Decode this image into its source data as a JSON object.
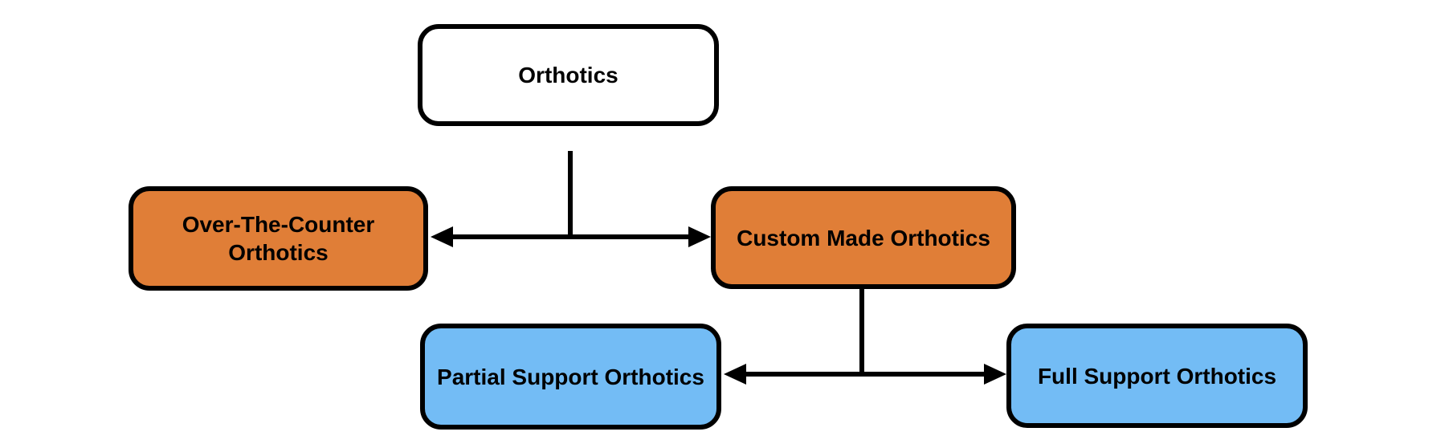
{
  "diagram": {
    "title": "Orthotics classification flowchart",
    "background": "#FFFFFF",
    "colors": {
      "node_border": "#000000",
      "connector": "#000000",
      "text": "#000000",
      "root_fill": "#FFFFFF",
      "orange_fill": "#E07E37",
      "blue_fill": "#73BCF5"
    },
    "nodes": {
      "orthotics": {
        "label": "Orthotics",
        "fill": "#FFFFFF"
      },
      "otc": {
        "label": "Over-The-Counter Orthotics",
        "fill": "#E07E37"
      },
      "custom": {
        "label": "Custom Made Orthotics",
        "fill": "#E07E37"
      },
      "partial": {
        "label": "Partial Support Orthotics",
        "fill": "#73BCF5"
      },
      "full": {
        "label": "Full Support Orthotics",
        "fill": "#73BCF5"
      }
    },
    "edges": [
      {
        "from": "Orthotics",
        "to": "Over-The-Counter Orthotics",
        "style": "arrow"
      },
      {
        "from": "Orthotics",
        "to": "Custom Made Orthotics",
        "style": "arrow"
      },
      {
        "from": "Custom Made Orthotics",
        "to": "Partial Support Orthotics",
        "style": "arrow"
      },
      {
        "from": "Custom Made Orthotics",
        "to": "Full Support Orthotics",
        "style": "arrow"
      }
    ]
  }
}
